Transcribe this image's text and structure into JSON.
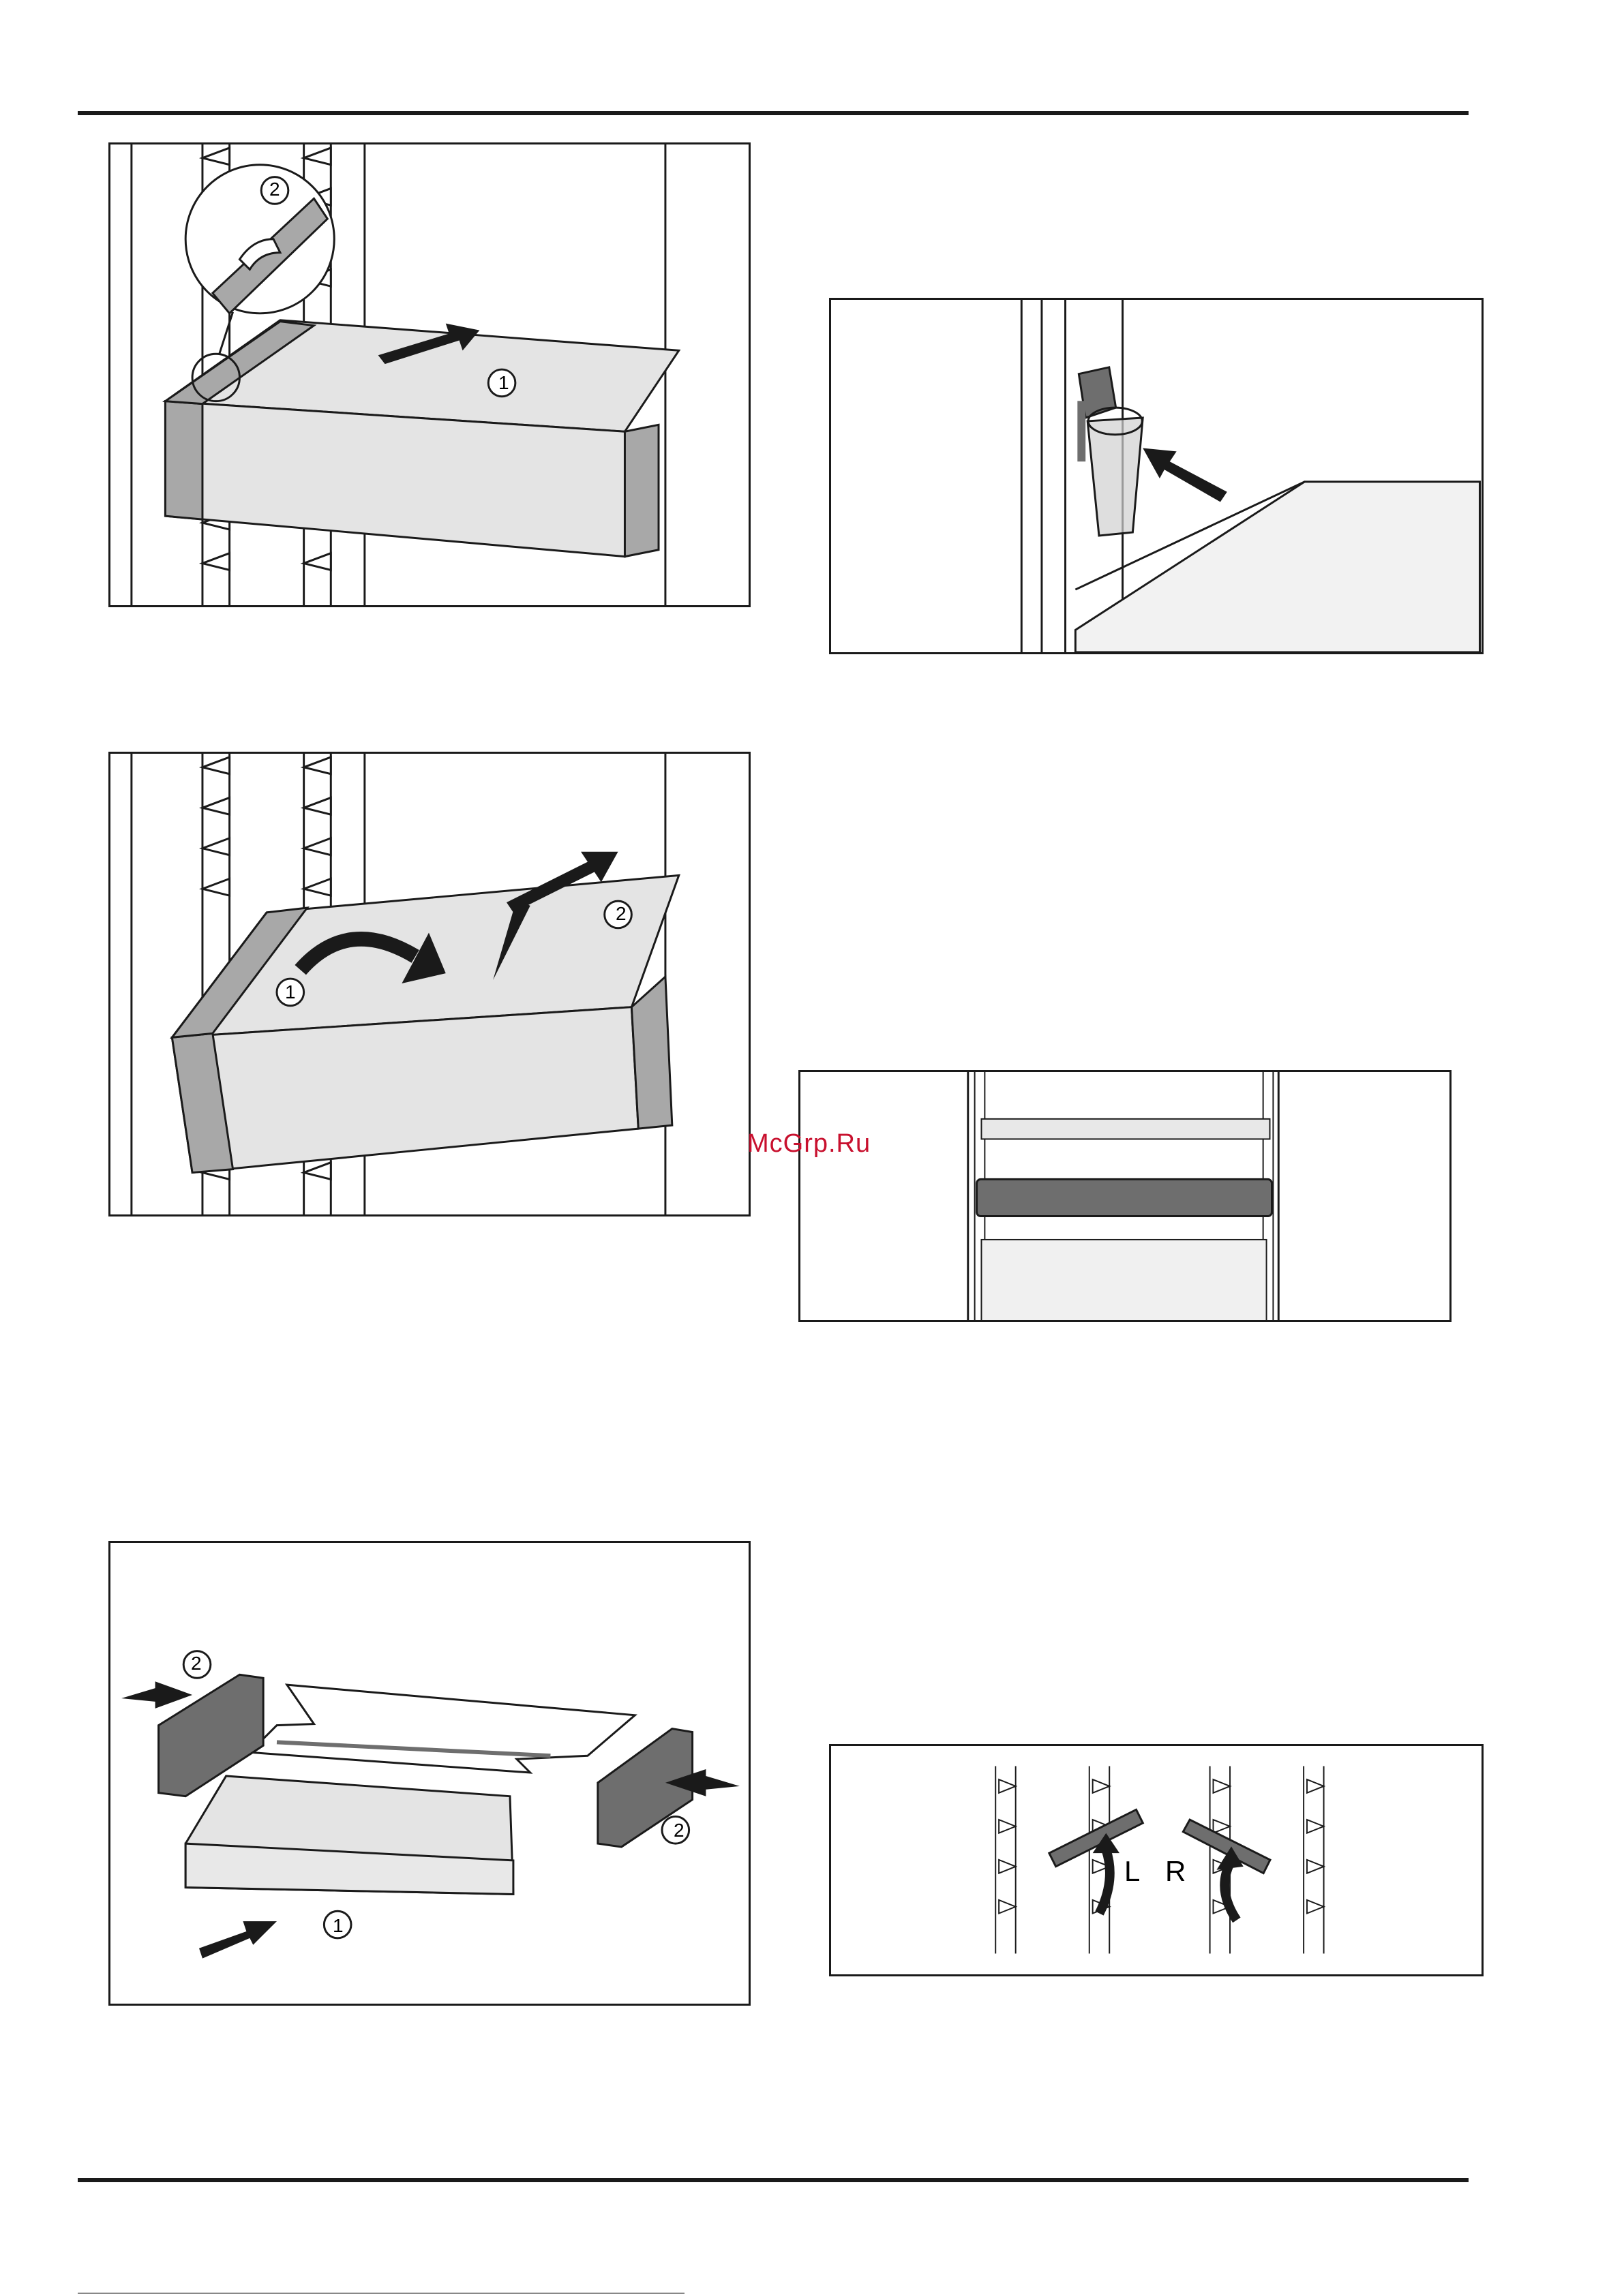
{
  "watermark": "McGrp.Ru",
  "figures": {
    "shelf_remove": {
      "callout_1": "1",
      "callout_2": "2"
    },
    "shelf_insert": {
      "callout_1": "1",
      "callout_2": "2"
    },
    "drawer_disassembly": {
      "callout_1": "1",
      "callout_2a": "2",
      "callout_2b": "2"
    },
    "dispenser": {},
    "door_shelf": {},
    "shelf_supports": {
      "left_label": "L",
      "right_label": "R"
    }
  },
  "colors": {
    "line": "#1a1a1a",
    "panel_light": "#e4e4e4",
    "panel_mid": "#a8a8a8",
    "panel_dark": "#6e6e6e",
    "arrow": "#1a1a1a"
  }
}
